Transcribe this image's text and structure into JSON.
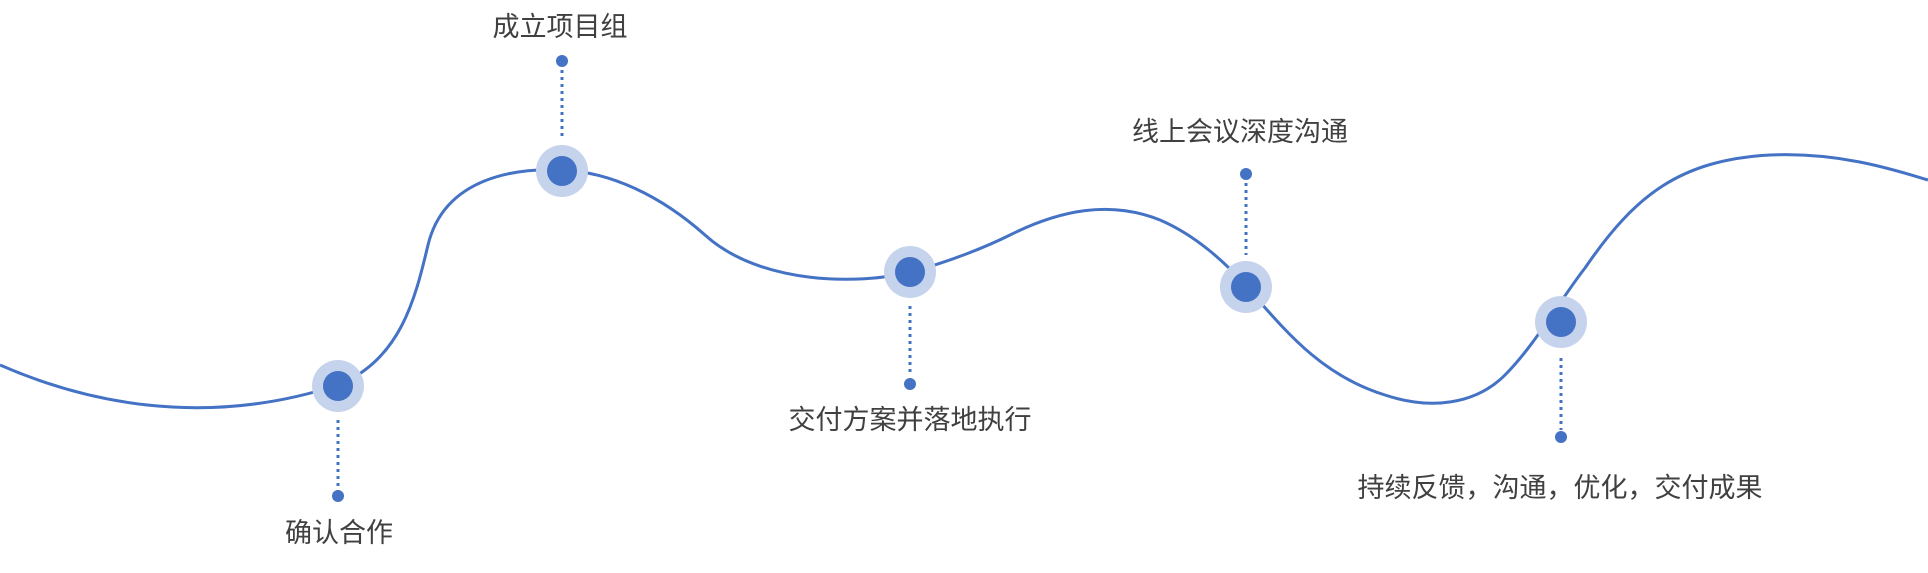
{
  "colors": {
    "line": "#4472C4",
    "node": "#4472C4",
    "halo": "#C6D3EC",
    "text": "#404040",
    "background": "#FFFFFF"
  },
  "milestones": [
    {
      "label": "确认合作"
    },
    {
      "label": "成立项目组"
    },
    {
      "label": "交付方案并落地执行"
    },
    {
      "label": "线上会议深度沟通"
    },
    {
      "label": "持续反馈，沟通，优化，交付成果"
    }
  ]
}
